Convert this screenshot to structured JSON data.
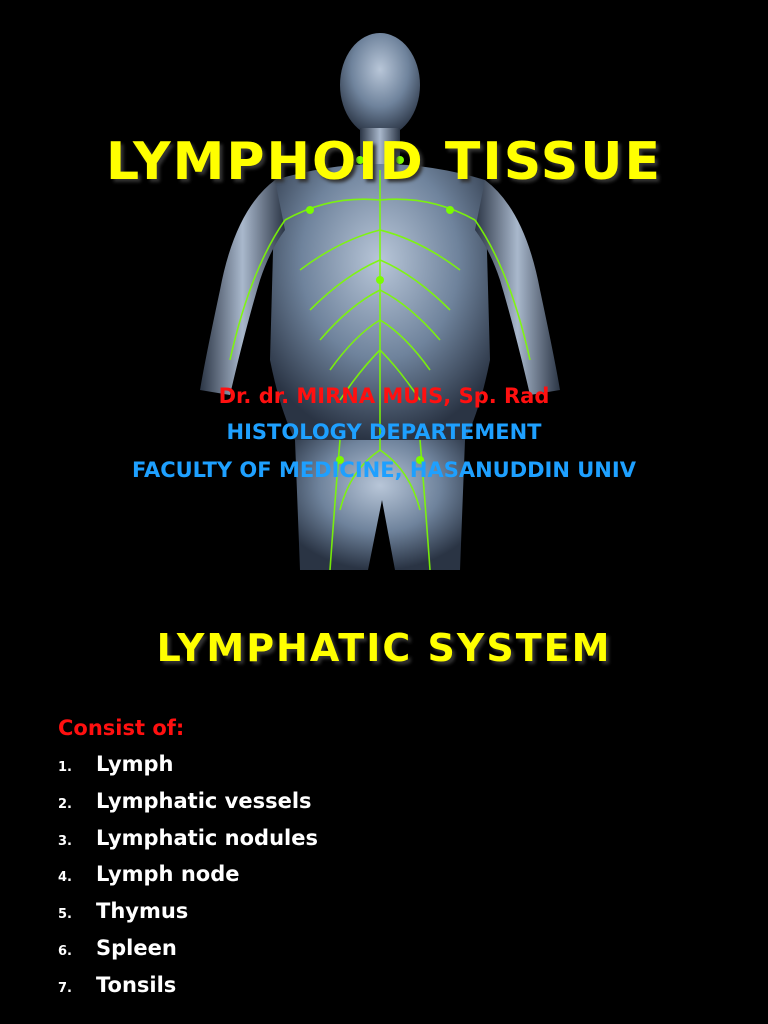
{
  "slide1": {
    "title": "LYMPHOID TISSUE",
    "author": "Dr. dr. MIRNA MUIS, Sp. Rad",
    "department": "HISTOLOGY DEPARTEMENT",
    "faculty": "FACULTY OF MEDICINE, HASANUDDIN UNIV",
    "figure_icon": "human-body-lymphatic-illustration"
  },
  "slide2": {
    "title": "LYMPHATIC SYSTEM",
    "intro": "Consist of:",
    "items": [
      {
        "num": "1.",
        "label": "Lymph"
      },
      {
        "num": "2.",
        "label": "Lymphatic vessels"
      },
      {
        "num": "3.",
        "label": "Lymphatic nodules"
      },
      {
        "num": "4.",
        "label": "Lymph node"
      },
      {
        "num": "5.",
        "label": "Thymus"
      },
      {
        "num": "6.",
        "label": "Spleen"
      },
      {
        "num": "7.",
        "label": "Tonsils"
      }
    ]
  },
  "colors": {
    "background": "#000000",
    "title": "#ffff00",
    "author": "#ff1010",
    "department": "#1ea0ff",
    "body_text": "#ffffff",
    "lymph_vessels": "#7CFC00"
  }
}
